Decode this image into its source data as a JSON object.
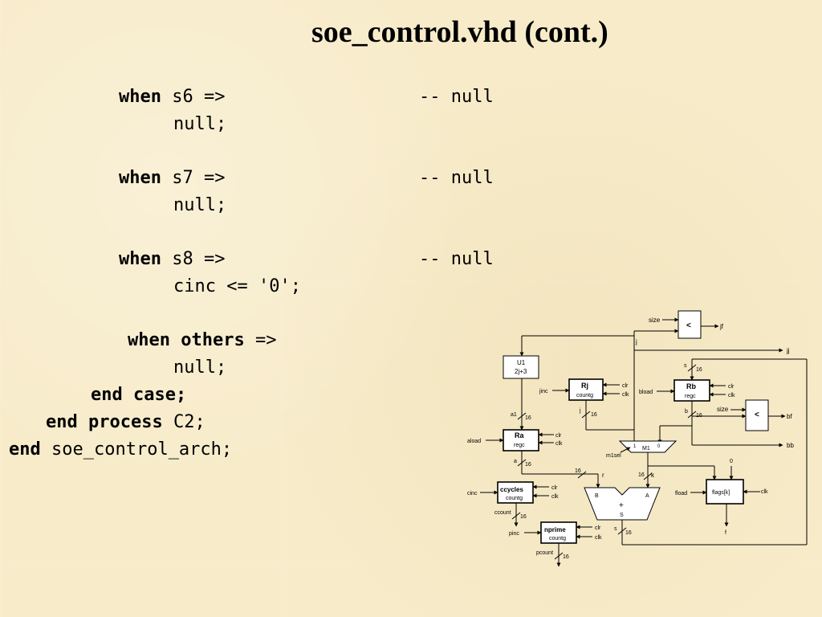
{
  "slide": {
    "title": "soe_control.vhd  (cont.)"
  },
  "code": {
    "l1_kw": "when",
    "l1_rest": " s6 =>",
    "l1_comment": "-- null",
    "l2": "null;",
    "l3_kw": "when",
    "l3_rest": " s7 =>",
    "l3_comment": "-- null",
    "l4": "null;",
    "l5_kw": "when",
    "l5_rest": " s8 =>",
    "l5_comment": "-- null",
    "l6": "cinc <= '0';",
    "l7_kw": "when others",
    "l7_rest": " =>",
    "l8": "null;",
    "l9_kw": "end case;",
    "l10_kw": "end process",
    "l10_rest": " C2;",
    "l11_kw": "end",
    "l11_rest": " soe_control_arch;"
  },
  "diagram": {
    "size_top": "size",
    "lt_top": "<",
    "jf": "jf",
    "j": "j",
    "jj": "jj",
    "u1": "U1",
    "u1_expr": "2j+3",
    "rj": "Rj",
    "rj_type": "countg",
    "rj_clr": "clr",
    "rj_clk": "clk",
    "jinc": "jinc",
    "j_bus": "j",
    "bus16_j": "16",
    "rb": "Rb",
    "rb_type": "regc",
    "rb_clr": "clr",
    "rb_clk": "clk",
    "bload": "bload",
    "s_top": "s",
    "bus16_s_top": "16",
    "b": "b",
    "bus16_b": "16",
    "size_mid": "size",
    "lt_mid": "<",
    "bf": "bf",
    "bb": "bb",
    "a1": "a1",
    "bus16_a1": "16",
    "ra": "Ra",
    "ra_type": "regc",
    "ra_clr": "clr",
    "ra_clk": "clk",
    "aload": "aload",
    "a": "a",
    "bus16_a": "16",
    "m1": "M1",
    "m1_in1": "1",
    "m1_in0": "0",
    "m1sel": "m1sel",
    "bus16_r": "16",
    "r": "r",
    "bus16_k": "16",
    "k": "k",
    "zero": "0",
    "adder_b": "B",
    "adder_a": "A",
    "adder_plus": "+",
    "adder_s": "S",
    "flags": "flags[k]",
    "fload": "fload",
    "flags_clk": "clk",
    "f": "f",
    "ccycles": "ccycles",
    "ccycles_type": "countg",
    "cc_clr": "clr",
    "cc_clk": "clk",
    "cinc": "cinc",
    "ccount": "ccount",
    "bus16_ccount": "16",
    "nprime": "nprime",
    "nprime_type": "countg",
    "np_clr": "clr",
    "np_clk": "clk",
    "pinc": "pinc",
    "pcount": "pcount",
    "bus16_pcount": "16",
    "s_bottom": "s",
    "bus16_s_bottom": "16"
  }
}
